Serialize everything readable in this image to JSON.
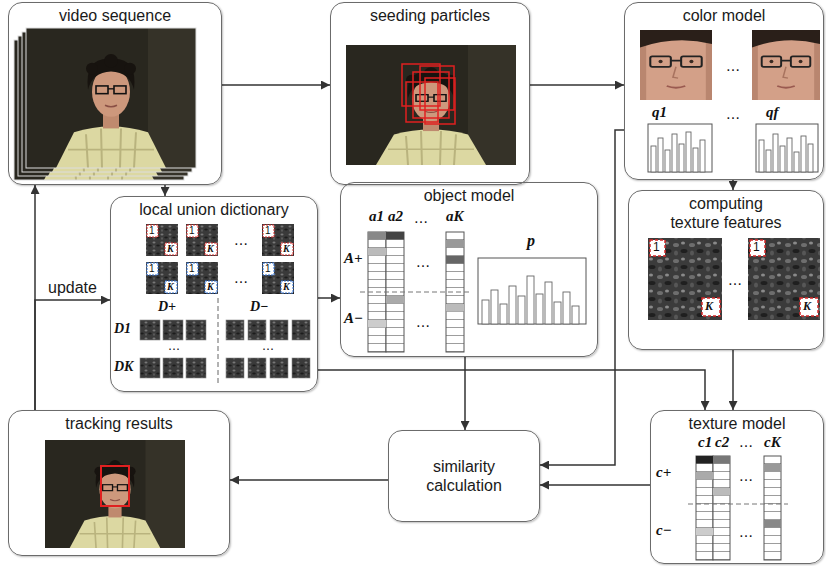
{
  "diagram": {
    "nodes": [
      {
        "text": [
          "video sequence"
        ]
      },
      {
        "text": [
          "seeding particles"
        ]
      },
      {
        "text": [
          "color model"
        ]
      },
      {
        "text": [
          "local union dictionary"
        ]
      },
      {
        "text": [
          "object model"
        ]
      },
      {
        "text": [
          "computing texture features"
        ]
      },
      {
        "text": [
          "texture model"
        ]
      },
      {
        "text": [
          "similarity calculation"
        ]
      },
      {
        "text": [
          "tracking results"
        ]
      }
    ],
    "edges": [
      {
        "from": 0,
        "to": 1,
        "arrow": "to"
      },
      {
        "from": 1,
        "to": 2,
        "arrow": "to"
      },
      {
        "from": 0,
        "to": 3,
        "arrow": "to"
      },
      {
        "from": 2,
        "to": 5,
        "arrow": "to"
      },
      {
        "from": 3,
        "to": 4,
        "arrow": "to"
      },
      {
        "from": 4,
        "to": 7,
        "arrow": "to"
      },
      {
        "from": 5,
        "to": 6,
        "arrow": "to"
      },
      {
        "from": 3,
        "to": 6,
        "arrow": "to"
      },
      {
        "from": 2,
        "to": 7,
        "arrow": "to"
      },
      {
        "from": 6,
        "to": 7,
        "arrow": "to"
      },
      {
        "from": 7,
        "to": 8,
        "arrow": "to"
      },
      {
        "from": 8,
        "to": 0,
        "arrow": "to"
      },
      {
        "from": 8,
        "to": 3,
        "label": "update",
        "arrow": "to"
      }
    ],
    "labels": [
      "q1",
      "…",
      "qf",
      "…",
      "1",
      "K",
      "1",
      "K",
      "…",
      "1",
      "K",
      "1",
      "K",
      "1",
      "K",
      "…",
      "1",
      "K",
      "D+",
      "D−",
      "D1",
      "…",
      "…",
      "DK",
      "a1",
      "a2",
      "…",
      "aK",
      "A+",
      "A−",
      "…",
      "…",
      "p",
      "1",
      "K",
      "…",
      "1",
      "K",
      "c1",
      "c2",
      "…",
      "cK",
      "c+",
      "c−",
      "…",
      "…"
    ]
  }
}
